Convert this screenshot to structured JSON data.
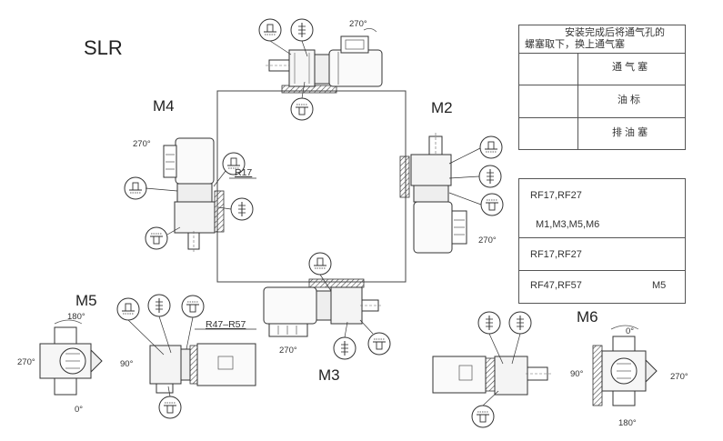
{
  "title": "SLR",
  "mount_labels": {
    "m1": "",
    "m2": "M2",
    "m3": "M3",
    "m4": "M4",
    "m5": "M5",
    "m6": "M6"
  },
  "angles": {
    "top": "270°",
    "m4": "270°",
    "m2": "270°",
    "m3": "270°",
    "m5_top": "180°",
    "m5_left": "270°",
    "m5_bottom": "0°",
    "m5_mid": "90°",
    "m6_top": "0°",
    "m6_left": "90°",
    "m6_right": "270°",
    "m6_bottom": "180°"
  },
  "annotations": {
    "r17": "R17",
    "r47_r57": "R47–R57"
  },
  "legend": {
    "note_line1": "安装完成后将通气孔的",
    "note_line2": "螺塞取下，换上通气塞",
    "rows": [
      "通 气 塞",
      "油  标",
      "排 油 塞"
    ]
  },
  "model_table": {
    "row1_label": "RF17,RF27",
    "row1_sub": "M1,M3,M5,M6",
    "row2_label": "RF17,RF27",
    "row3_label": "RF47,RF57",
    "row3_note": "M5"
  },
  "icons": [
    "vent-plug-icon",
    "oil-gauge-icon",
    "drain-plug-icon",
    "not-applicable-icon",
    "gear-motor-icon"
  ]
}
